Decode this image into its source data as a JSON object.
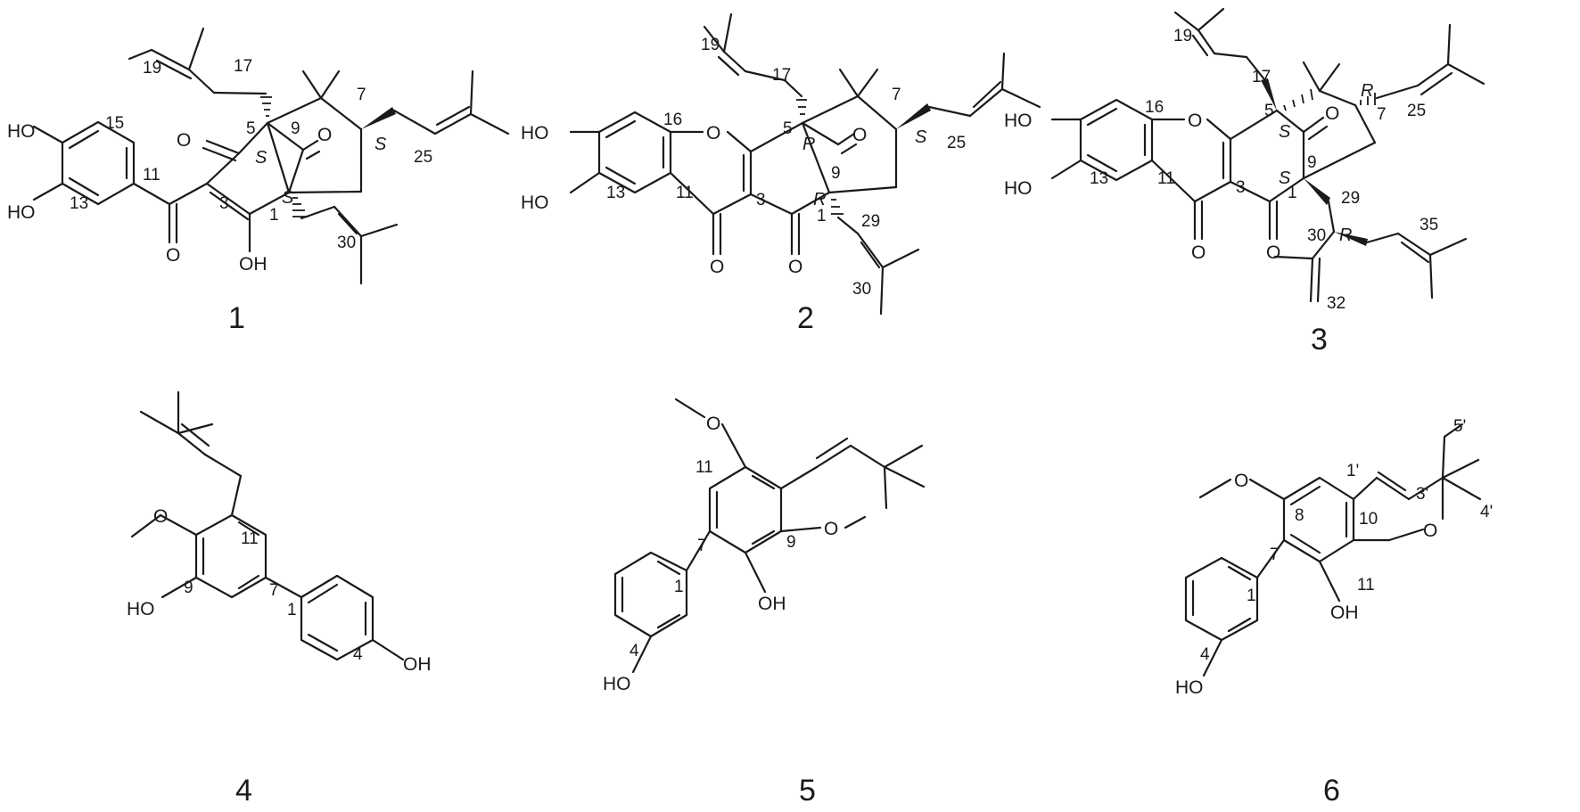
{
  "figure": {
    "compounds": [
      {
        "id": "1",
        "atom_labels": [
          "HO",
          "HO",
          "O",
          "O",
          "O",
          "OH"
        ],
        "numbers": [
          "19",
          "17",
          "15",
          "5",
          "9",
          "7",
          "25",
          "11",
          "13",
          "3",
          "1",
          "30"
        ],
        "stereo": [
          "S",
          "S",
          "S"
        ]
      },
      {
        "id": "2",
        "atom_labels": [
          "HO",
          "HO",
          "O",
          "O",
          "O",
          "O"
        ],
        "numbers": [
          "19",
          "17",
          "7",
          "25",
          "16",
          "5",
          "9",
          "13",
          "11",
          "3",
          "1",
          "29",
          "30"
        ],
        "stereo": [
          "R",
          "S",
          "R"
        ]
      },
      {
        "id": "3",
        "atom_labels": [
          "HO",
          "HO",
          "O",
          "O",
          "O",
          "O"
        ],
        "numbers": [
          "19",
          "17",
          "7",
          "25",
          "16",
          "5",
          "9",
          "13",
          "11",
          "3",
          "1",
          "29",
          "30",
          "35",
          "32"
        ],
        "stereo": [
          "R",
          "S",
          "S",
          "R"
        ]
      },
      {
        "id": "4",
        "atom_labels": [
          "O",
          "HO",
          "OH"
        ],
        "numbers": [
          "11",
          "9",
          "7",
          "1",
          "4"
        ]
      },
      {
        "id": "5",
        "atom_labels": [
          "O",
          "O",
          "OH",
          "HO"
        ],
        "numbers": [
          "11",
          "9",
          "7",
          "1",
          "4"
        ]
      },
      {
        "id": "6",
        "atom_labels": [
          "O",
          "O",
          "OH",
          "HO"
        ],
        "numbers": [
          "5'",
          "1'",
          "3'",
          "4'",
          "8",
          "10",
          "7",
          "11",
          "1",
          "4"
        ]
      }
    ]
  }
}
